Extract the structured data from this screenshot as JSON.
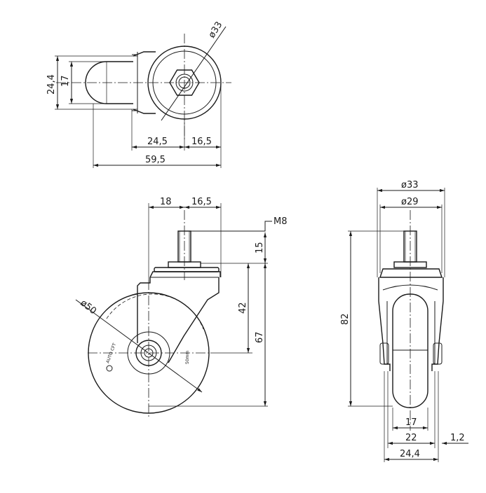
{
  "top_view": {
    "dim_diameter": "ø33",
    "dim_height_outer": "24,4",
    "dim_height_inner": "17",
    "dim_left": "24,5",
    "dim_right": "16,5",
    "dim_total": "59,5"
  },
  "side_view": {
    "dim_top_left": "18",
    "dim_top_right": "16,5",
    "thread": "M8",
    "dim_stem": "15",
    "dim_mid": "42",
    "dim_total": "67",
    "dim_wheel": "ø50",
    "wheel_brand": "AUTO CFT",
    "wheel_size": "50mm"
  },
  "front_view": {
    "dim_outer_dia": "ø33",
    "dim_inner_dia": "ø29",
    "dim_height": "82",
    "dim_w17": "17",
    "dim_w22": "22",
    "dim_gap": "1,2",
    "dim_w244": "24,4"
  }
}
